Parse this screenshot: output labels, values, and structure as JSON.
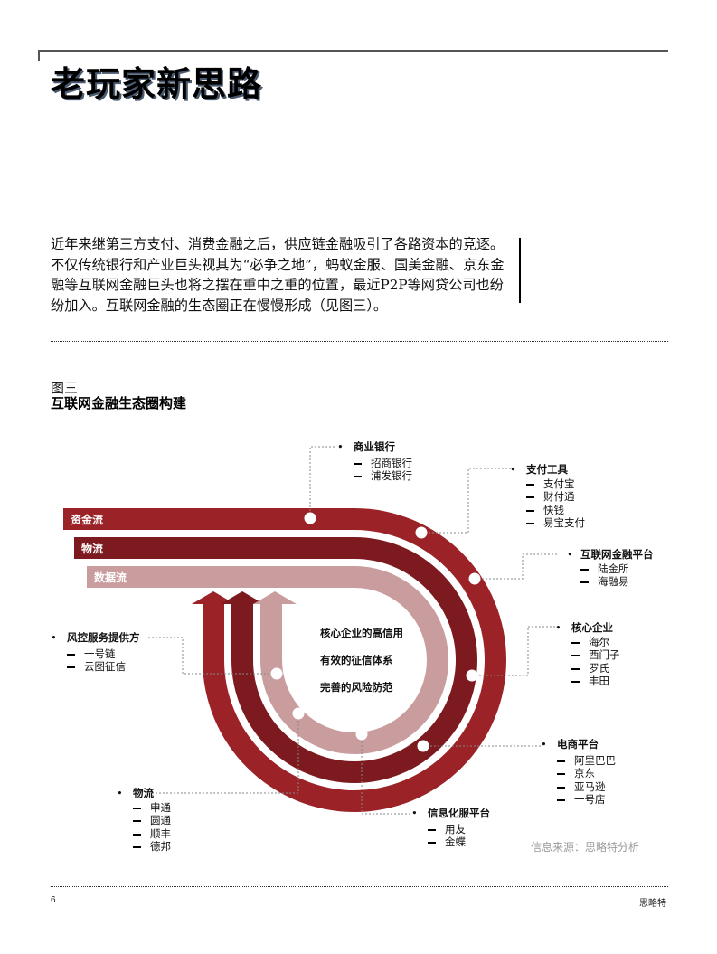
{
  "page": {
    "title": "老玩家新思路",
    "intro": "近年来继第三方支付、消费金融之后，供应链金融吸引了各路资本的竞逐。不仅传统银行和产业巨头视其为“必争之地”，蚂蚁金服、国美金融、京东金融等互联网金融巨头也将之摆在重中之重的位置，最近P2P等网贷公司也纷纷加入。互联网金融的生态圈正在慢慢形成（见图三）。",
    "page_number": "6",
    "brand": "思略特"
  },
  "figure": {
    "number": "图三",
    "title": "互联网金融生态圈构建",
    "source": "信息来源：思略特分析",
    "flows": [
      {
        "label": "资金流",
        "color": "#9b2226"
      },
      {
        "label": "物流",
        "color": "#7d1a20"
      },
      {
        "label": "数据流",
        "color": "#c99c9e"
      }
    ],
    "center_text": [
      "核心企业的高信用",
      "有效的征信体系",
      "完善的风险防范"
    ],
    "groups": {
      "commercial_banks": {
        "head": "商业银行",
        "items": [
          "招商银行",
          "浦发银行"
        ]
      },
      "payment_tools": {
        "head": "支付工具",
        "items": [
          "支付宝",
          "财付通",
          "快钱",
          "易宝支付"
        ]
      },
      "internet_finance": {
        "head": "互联网金融平台",
        "items": [
          "陆金所",
          "海融易"
        ]
      },
      "core_enterprise": {
        "head": "核心企业",
        "items": [
          "海尔",
          "西门子",
          "罗氏",
          "丰田"
        ]
      },
      "ecommerce": {
        "head": "电商平台",
        "items": [
          "阿里巴巴",
          "京东",
          "亚马逊",
          "一号店"
        ]
      },
      "info_service": {
        "head": "信息化服平台",
        "items": [
          "用友",
          "金蝶"
        ]
      },
      "logistics": {
        "head": "物流",
        "items": [
          "申通",
          "圆通",
          "顺丰",
          "德邦"
        ]
      },
      "risk_control": {
        "head": "风控服务提供方",
        "items": [
          "一号链",
          "云图征信"
        ]
      }
    }
  }
}
